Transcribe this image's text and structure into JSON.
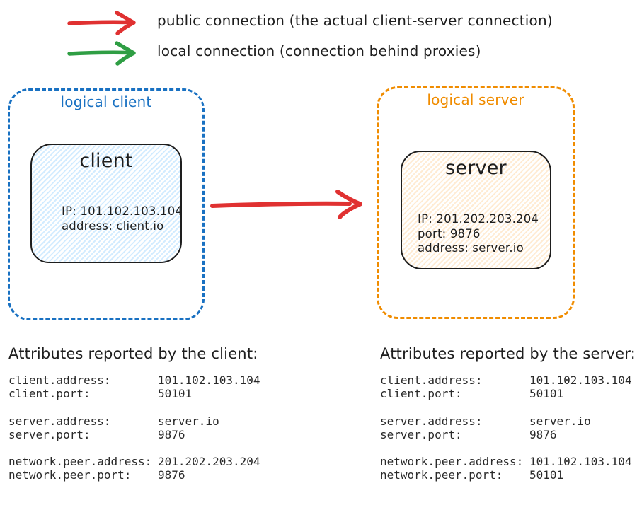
{
  "colors": {
    "public_connection": "#e03131",
    "local_connection": "#2f9e44",
    "client_accent": "#1971c2",
    "server_accent": "#f08c00",
    "node_border": "#1e1e1e",
    "text": "#1e1e1e",
    "client_hatch": "rgba(165,216,255,0.5)",
    "server_hatch": "rgba(255,216,168,0.5)"
  },
  "legend": {
    "items": [
      {
        "name": "public-connection",
        "color": "#e03131",
        "label": "public connection (the actual client-server connection)"
      },
      {
        "name": "local-connection",
        "color": "#2f9e44",
        "label": "local connection (connection behind proxies)"
      }
    ]
  },
  "diagram": {
    "logical_client": {
      "label": "logical client",
      "node": {
        "title": "client",
        "lines": [
          "IP: 101.102.103.104",
          "address: client.io"
        ]
      }
    },
    "logical_server": {
      "label": "logical server",
      "node": {
        "title": "server",
        "lines": [
          "IP: 201.202.203.204",
          "port: 9876",
          "address: server.io"
        ]
      }
    },
    "connection": {
      "type": "public",
      "from": "client",
      "to": "server"
    }
  },
  "attributes_client": {
    "heading": "Attributes reported by the client:",
    "groups": [
      [
        {
          "key": "client.address:",
          "value": "101.102.103.104"
        },
        {
          "key": "client.port:",
          "value": "50101"
        }
      ],
      [
        {
          "key": "server.address:",
          "value": "server.io"
        },
        {
          "key": "server.port:",
          "value": "9876"
        }
      ],
      [
        {
          "key": "network.peer.address:",
          "value": "201.202.203.204"
        },
        {
          "key": "network.peer.port:",
          "value": "9876"
        }
      ]
    ]
  },
  "attributes_server": {
    "heading": "Attributes reported by the server:",
    "groups": [
      [
        {
          "key": "client.address:",
          "value": "101.102.103.104"
        },
        {
          "key": "client.port:",
          "value": "50101"
        }
      ],
      [
        {
          "key": "server.address:",
          "value": "server.io"
        },
        {
          "key": "server.port:",
          "value": "9876"
        }
      ],
      [
        {
          "key": "network.peer.address:",
          "value": "101.102.103.104"
        },
        {
          "key": "network.peer.port:",
          "value": "50101"
        }
      ]
    ]
  }
}
